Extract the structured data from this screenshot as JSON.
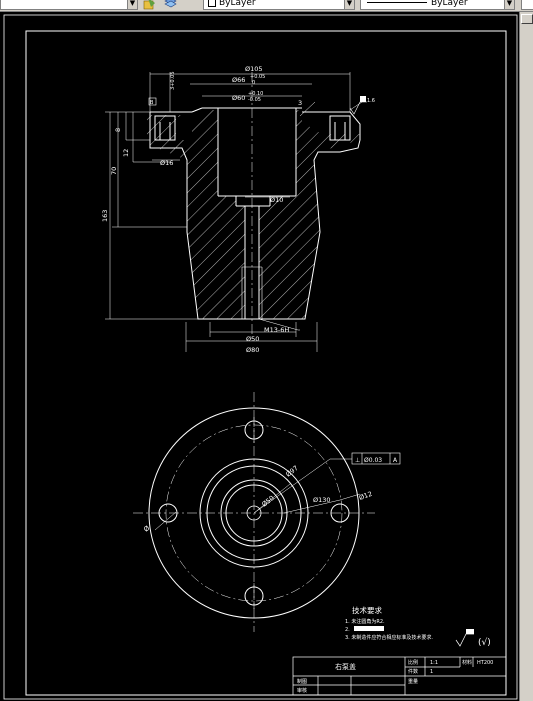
{
  "toolbar": {
    "linetype_value": "ByLayer",
    "lineweight_value": "ByLayer"
  },
  "section_view": {
    "dims": {
      "d105": "Ø105",
      "d66": "Ø66",
      "d66_tol": "+0.05\n0",
      "d60": "Ø60",
      "d60_tol": "+0.10\n-0.05",
      "chamfer": "3",
      "top_tol": "3+0.05\n0",
      "roughness": "1.6",
      "datum_box": "B",
      "h8": "8",
      "h12": "12",
      "h70": "70",
      "h163": "163",
      "d16": "Ø16",
      "d10": "Ø10",
      "thread": "M13-6H",
      "d50": "Ø50",
      "d80": "Ø80"
    }
  },
  "plan_view": {
    "dims": {
      "d97": "Ø97",
      "d50": "Ø50",
      "d130": "Ø130",
      "d12": "Ø12",
      "tolerance_symbol": "⊥",
      "tolerance_value": "Ø0.03",
      "tolerance_datum": "A"
    }
  },
  "notes": {
    "title": "技术要求",
    "line1": "1. 未注圆角为R2.",
    "line2": "2. ",
    "line3": "3. 未制造件应符合相应标准及技术要求."
  },
  "surface_finish_symbol": "(√)",
  "title_block": {
    "part_name": "右泵盖",
    "scale_label": "比例",
    "scale_value": "1:1",
    "material_label": "材料",
    "material_value": "HT200",
    "qty_label": "件数",
    "qty_value": "1",
    "drawn_label": "制图",
    "checked_label": "审核",
    "weight_label": "重量"
  }
}
